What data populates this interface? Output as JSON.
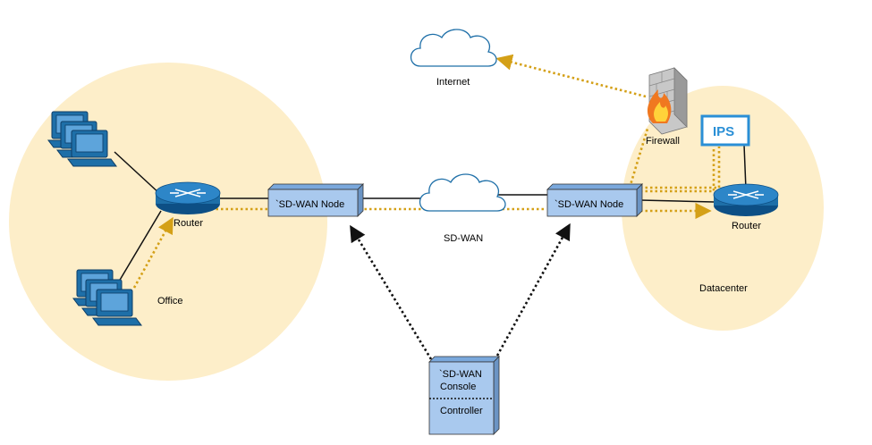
{
  "labels": {
    "internet": "Internet",
    "sdwan_cloud": "SD-WAN",
    "office": "Office",
    "datacenter": "Datacenter",
    "office_router": "Router",
    "dc_router": "Router",
    "firewall": "Firewall",
    "ips": "IPS",
    "sdwan_node_office": "`SD-WAN Node",
    "sdwan_node_dc": "`SD-WAN Node",
    "console_line1": "`SD-WAN",
    "console_line2": "Console",
    "controller": "Controller"
  },
  "colors": {
    "zone_fill": "#fdeec9",
    "device_blue": "#1e6fa8",
    "node_fill": "#a9c9ee",
    "traffic_line": "#d4a017",
    "control_line": "#111111",
    "ips_border": "#2a8fd6"
  },
  "icons": {
    "computer": "workstation-stack-icon",
    "router": "router-icon",
    "cloud": "cloud-icon",
    "firewall": "brick-firewall-icon"
  }
}
